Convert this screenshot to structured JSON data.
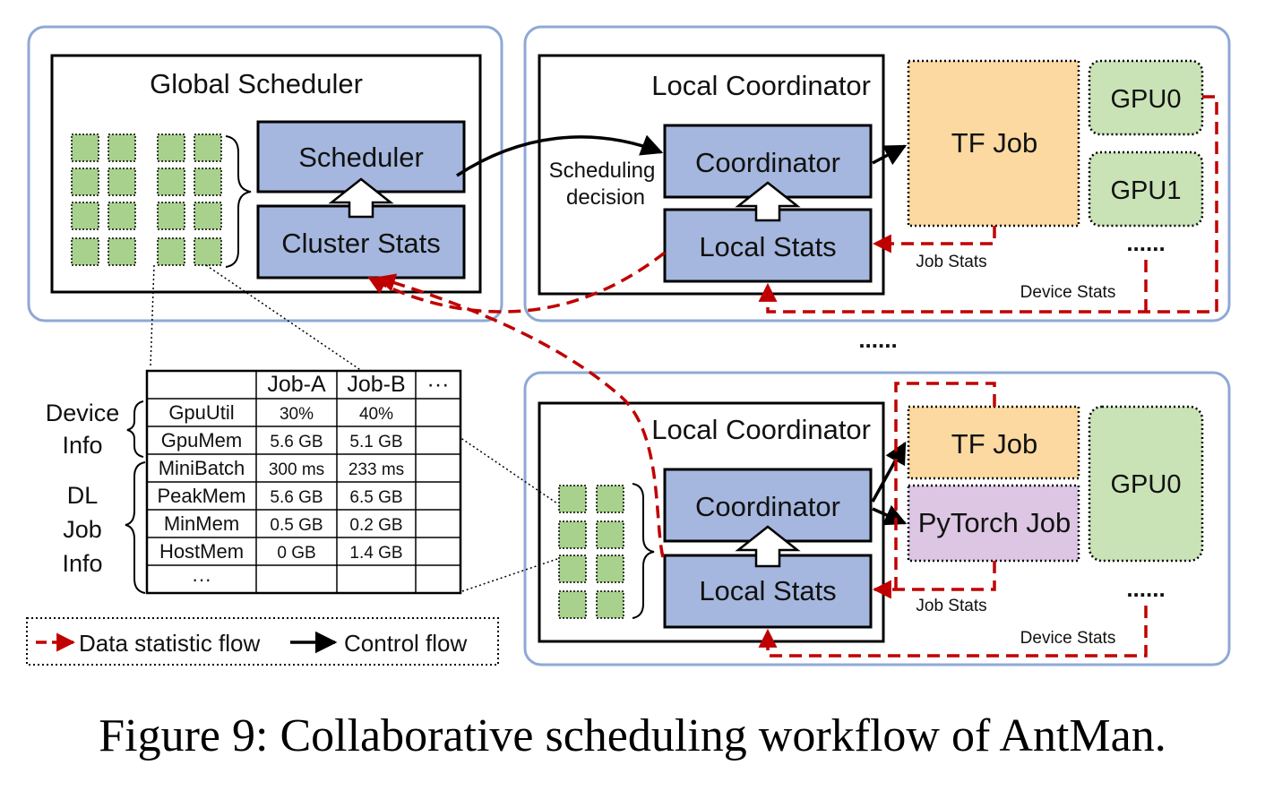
{
  "global": {
    "title": "Global Scheduler",
    "scheduler": "Scheduler",
    "cluster_stats": "Cluster Stats"
  },
  "node1": {
    "title": "Local Coordinator",
    "coordinator": "Coordinator",
    "local_stats": "Local Stats",
    "job": "TF Job",
    "gpu0": "GPU0",
    "gpu1": "GPU1",
    "dots": "......",
    "job_stats": "Job Stats",
    "device_stats": "Device Stats"
  },
  "scheduling_decision": [
    "Scheduling",
    "decision"
  ],
  "between_nodes_dots": "......",
  "node2": {
    "title": "Local Coordinator",
    "coordinator": "Coordinator",
    "local_stats": "Local Stats",
    "job_tf": "TF Job",
    "job_pytorch": "PyTorch Job",
    "gpu0": "GPU0",
    "dots": "......",
    "job_stats": "Job Stats",
    "device_stats": "Device Stats"
  },
  "stats_table": {
    "headers": [
      "",
      "Job-A",
      "Job-B",
      "···"
    ],
    "rows": [
      [
        "GpuUtil",
        "30%",
        "40%",
        ""
      ],
      [
        "GpuMem",
        "5.6 GB",
        "5.1 GB",
        ""
      ],
      [
        "MiniBatch",
        "300 ms",
        "233 ms",
        ""
      ],
      [
        "PeakMem",
        "5.6 GB",
        "6.5 GB",
        ""
      ],
      [
        "MinMem",
        "0.5 GB",
        "0.2 GB",
        ""
      ],
      [
        "HostMem",
        "0 GB",
        "1.4 GB",
        ""
      ],
      [
        "···",
        "",
        "",
        ""
      ]
    ],
    "group_device": [
      "Device",
      "Info"
    ],
    "group_dl": [
      "DL",
      "Job",
      "Info"
    ]
  },
  "legend": {
    "data_flow": "Data statistic flow",
    "control_flow": "Control flow"
  },
  "caption": "Figure 9: Collaborative scheduling workflow of AntMan.",
  "colors": {
    "frame_border": "#8ea9d6",
    "blue_box": "#a5b7de",
    "tf_job": "#fbd9a0",
    "pytorch_job": "#dcc6e4",
    "gpu": "#c9e3b6",
    "square": "#a9d18e",
    "data_flow": "#c00000"
  }
}
